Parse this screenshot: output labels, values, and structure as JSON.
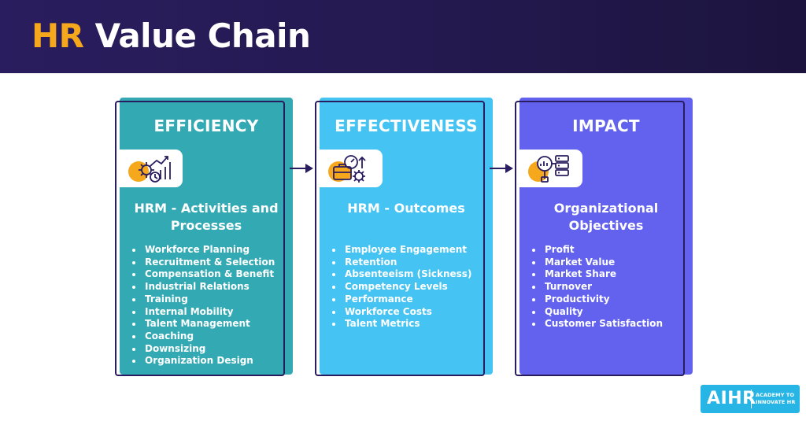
{
  "header": {
    "title_highlight": "HR",
    "title_rest": "Value Chain"
  },
  "colors": {
    "header_bg": "#2a1d5f",
    "highlight": "#f6a81c",
    "efficiency": "#33a9b3",
    "effectiveness": "#45c3f3",
    "impact": "#6262ee"
  },
  "columns": [
    {
      "title": "EFFICIENCY",
      "icon": "gear-chart-clock-icon",
      "heading_line1": "HRM - Activities and",
      "heading_line2": "Processes",
      "items": [
        "Workforce Planning",
        "Recruitment & Selection",
        "Compensation & Benefit",
        "Industrial Relations",
        "Training",
        "Internal Mobility",
        "Talent Management",
        "Coaching",
        "Downsizing",
        "Organization Design"
      ]
    },
    {
      "title": "EFFECTIVENESS",
      "icon": "briefcase-gauge-gear-icon",
      "heading_line1": "HRM - Outcomes",
      "heading_line2": "",
      "items": [
        "Employee Engagement",
        "Retention",
        "Absenteeism (Sickness)",
        "Competency Levels",
        "Performance",
        "Workforce Costs",
        "Talent Metrics"
      ]
    },
    {
      "title": "IMPACT",
      "icon": "magnifier-database-icon",
      "heading_line1": "Organizational",
      "heading_line2": "Objectives",
      "items": [
        "Profit",
        "Market Value",
        "Market Share",
        "Turnover",
        "Productivity",
        "Quality",
        "Customer Satisfaction"
      ]
    }
  ],
  "logo": {
    "main": "AIHR",
    "sub_line1": "ACADEMY TO",
    "sub_line2": "INNOVATE HR"
  }
}
